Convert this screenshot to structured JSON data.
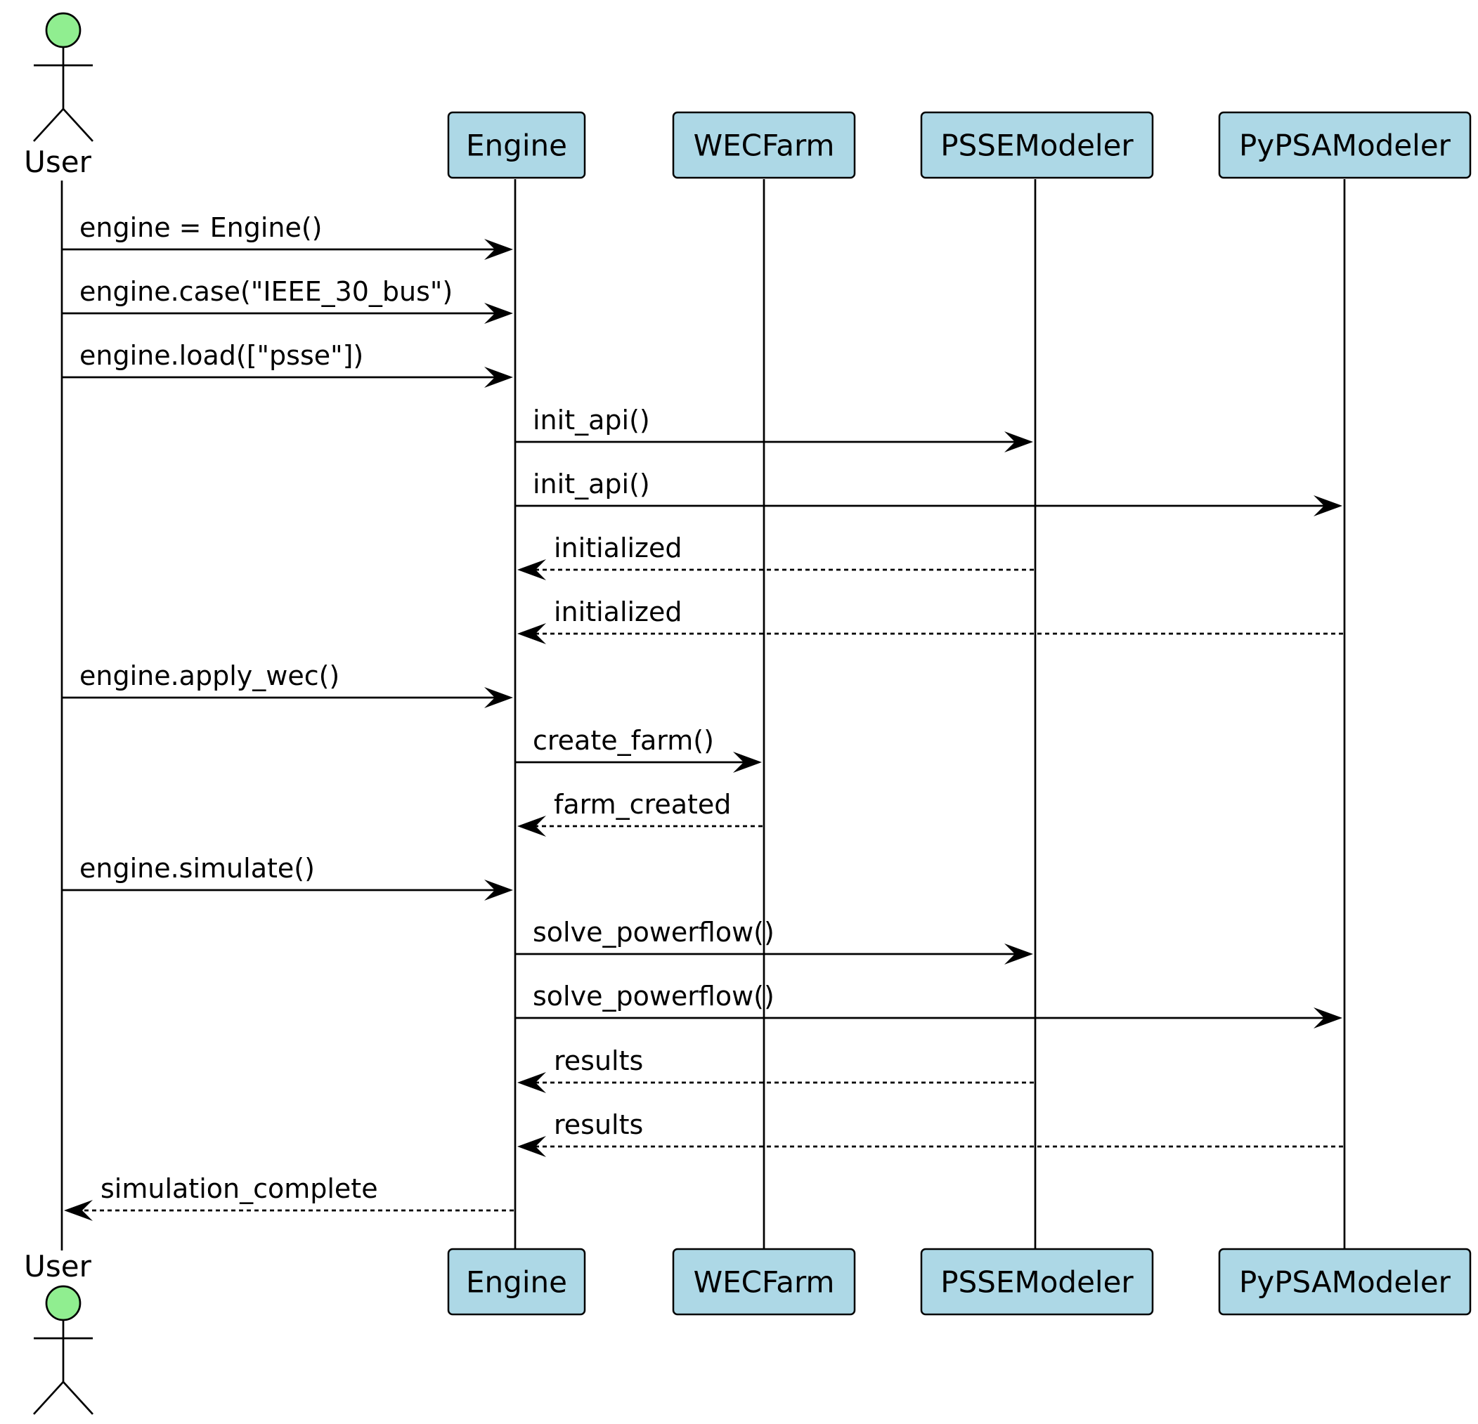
{
  "colors": {
    "participant_fill": "#ADD8E6",
    "actor_head_fill": "#90EE90",
    "line": "#000000",
    "background": "#FFFFFF"
  },
  "participants": [
    {
      "id": "user",
      "label": "User",
      "kind": "actor"
    },
    {
      "id": "engine",
      "label": "Engine",
      "kind": "participant"
    },
    {
      "id": "wecfarm",
      "label": "WECFarm",
      "kind": "participant"
    },
    {
      "id": "psse",
      "label": "PSSEModeler",
      "kind": "participant"
    },
    {
      "id": "pypsa",
      "label": "PyPSAModeler",
      "kind": "participant"
    }
  ],
  "messages": [
    {
      "from": "user",
      "to": "engine",
      "label": "engine = Engine()",
      "style": "solid"
    },
    {
      "from": "user",
      "to": "engine",
      "label": "engine.case(\"IEEE_30_bus\")",
      "style": "solid"
    },
    {
      "from": "user",
      "to": "engine",
      "label": "engine.load([\"psse\"])",
      "style": "solid"
    },
    {
      "from": "engine",
      "to": "psse",
      "label": "init_api()",
      "style": "solid"
    },
    {
      "from": "engine",
      "to": "pypsa",
      "label": "init_api()",
      "style": "solid"
    },
    {
      "from": "psse",
      "to": "engine",
      "label": "initialized",
      "style": "dashed"
    },
    {
      "from": "pypsa",
      "to": "engine",
      "label": "initialized",
      "style": "dashed"
    },
    {
      "from": "user",
      "to": "engine",
      "label": "engine.apply_wec()",
      "style": "solid"
    },
    {
      "from": "engine",
      "to": "wecfarm",
      "label": "create_farm()",
      "style": "solid"
    },
    {
      "from": "wecfarm",
      "to": "engine",
      "label": "farm_created",
      "style": "dashed"
    },
    {
      "from": "user",
      "to": "engine",
      "label": "engine.simulate()",
      "style": "solid"
    },
    {
      "from": "engine",
      "to": "psse",
      "label": "solve_powerflow()",
      "style": "solid"
    },
    {
      "from": "engine",
      "to": "pypsa",
      "label": "solve_powerflow()",
      "style": "solid"
    },
    {
      "from": "psse",
      "to": "engine",
      "label": "results",
      "style": "dashed"
    },
    {
      "from": "pypsa",
      "to": "engine",
      "label": "results",
      "style": "dashed"
    },
    {
      "from": "engine",
      "to": "user",
      "label": "simulation_complete",
      "style": "dashed"
    }
  ]
}
